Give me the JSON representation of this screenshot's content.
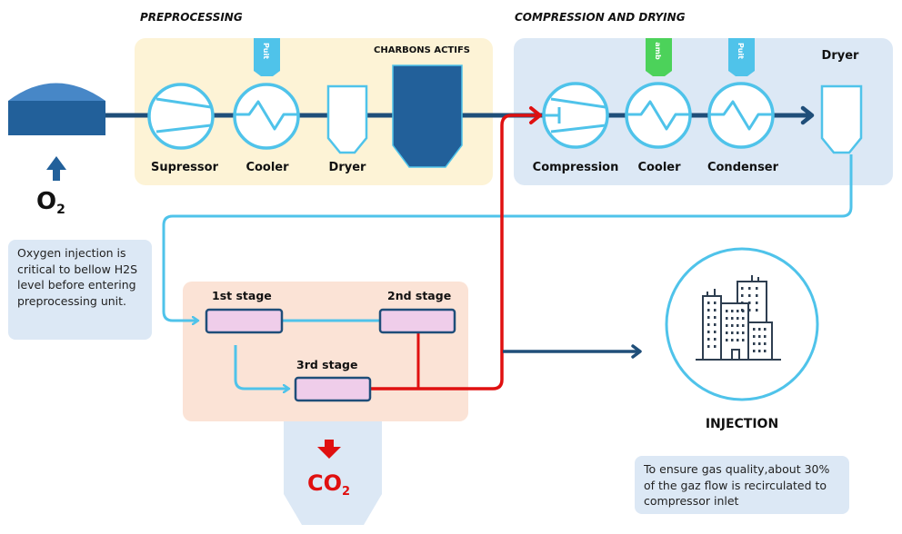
{
  "sections": {
    "preprocessing": "PREPROCESSING",
    "compression": "COMPRESSION AND DRYING"
  },
  "preprocessing": {
    "supressor": "Supressor",
    "cooler": "Cooler",
    "dryer": "Dryer",
    "charcoal": "CHARBONS ACTIFS",
    "cooler_tag": "Puit"
  },
  "compression": {
    "compression": "Compression",
    "cooler": "Cooler",
    "condenser": "Condenser",
    "dryer": "Dryer",
    "cooler_tag": "amb",
    "condenser_tag": "Puit"
  },
  "oxygen": {
    "symbol": "O",
    "subscript": "2",
    "note": "Oxygen injection is critical to bellow H2S level before entering preprocessing unit."
  },
  "membrane": {
    "stage1": "1st stage",
    "stage2": "2nd stage",
    "stage3": "3rd stage"
  },
  "co2": {
    "symbol": "CO",
    "subscript": "2"
  },
  "injection": {
    "label": "INJECTION",
    "note": "To ensure gas quality,about 30% of the gaz flow is recirculated to compressor inlet"
  },
  "colors": {
    "preprocessing_bg": "#fdf3d6",
    "compression_bg": "#dce8f5",
    "membrane_bg": "#fbe3d6",
    "main_pipe": "#1f4e79",
    "light_pipe": "#4fc3ea",
    "recycle_pipe": "#e01010",
    "tank": "#22609a",
    "tank_top": "#4787c7",
    "tag_blue": "#4fc3ea",
    "tag_green": "#4cd25a",
    "stage_fill": "#efcdea"
  }
}
